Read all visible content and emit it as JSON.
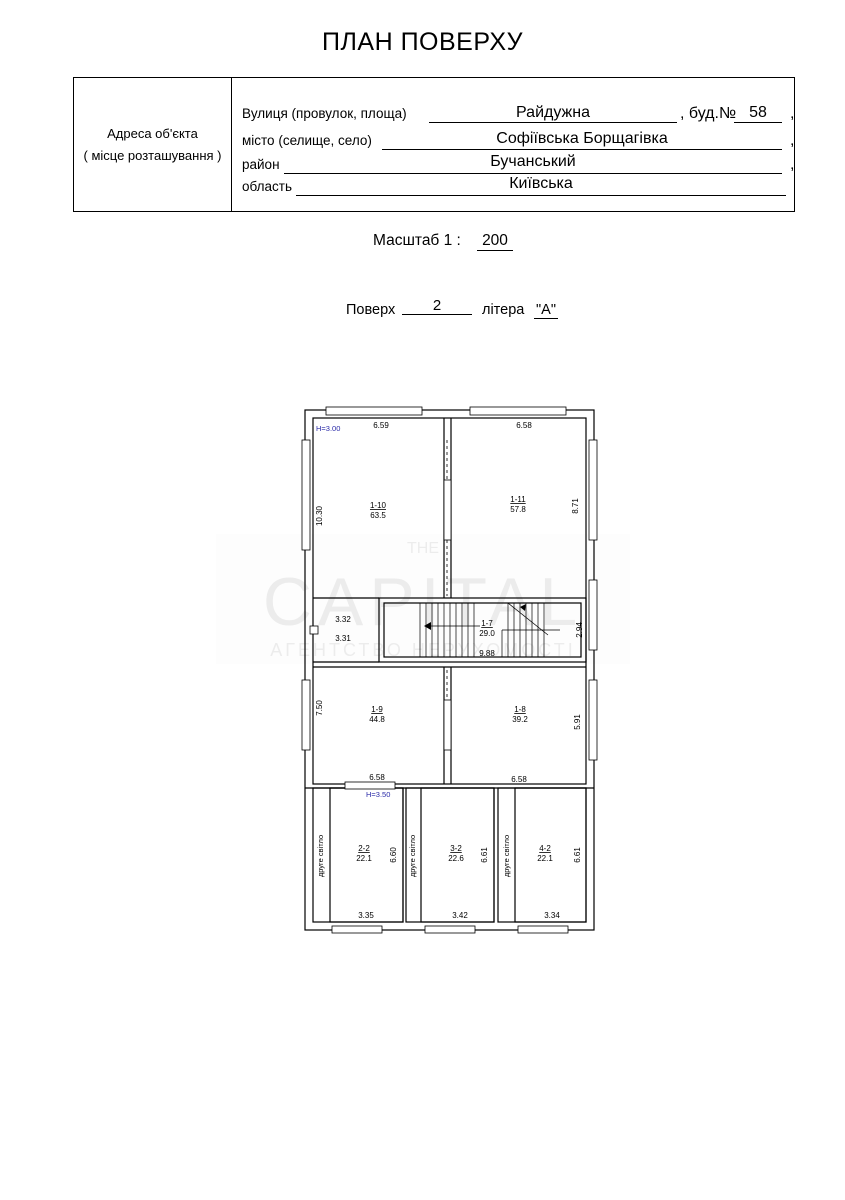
{
  "title": "ПЛАН ПОВЕРХУ",
  "address": {
    "left_label_line1": "Адреса об'єкта",
    "left_label_line2": "( місце розташування )",
    "street_label": "Вулиця (провулок, площа)",
    "street_value": "Райдужна",
    "building_label": ", буд.№",
    "building_value": "58",
    "city_label": "місто (селище, село)",
    "city_value": "Софіївська Борщагівка",
    "district_label": "район",
    "district_value": "Бучанський",
    "region_label": "область",
    "region_value": "Київська",
    "comma": ","
  },
  "scale": {
    "label": "Масштаб  1 :",
    "value": "200"
  },
  "floor": {
    "label": "Поверх",
    "value": "2",
    "letter_label": "літера",
    "letter_value": "\"А\""
  },
  "plan": {
    "heights": {
      "upper": "Н=3.00",
      "lower": "Н=3.50"
    },
    "rooms": [
      {
        "id": "1-10",
        "area": "63.5"
      },
      {
        "id": "1-11",
        "area": "57.8"
      },
      {
        "id": "1-7",
        "area": "29.0"
      },
      {
        "id": "1-9",
        "area": "44.8"
      },
      {
        "id": "1-8",
        "area": "39.2"
      },
      {
        "id": "2-2",
        "area": "22.1"
      },
      {
        "id": "3-2",
        "area": "22.6"
      },
      {
        "id": "4-2",
        "area": "22.1"
      }
    ],
    "dimensions": {
      "d1": "6.59",
      "d2": "6.58",
      "d3": "10.30",
      "d4": "8.71",
      "d5": "3.32",
      "d6": "3.31",
      "d7": "2.94",
      "d8": "9.88",
      "d9": "7.50",
      "d10": "5.91",
      "d11": "6.58",
      "d12": "6.58",
      "d13": "6.60",
      "d14": "6.61",
      "d15": "6.61",
      "d16": "3.35",
      "d17": "3.42",
      "d18": "3.34"
    },
    "second_light": "друге світло"
  },
  "watermark": {
    "small": "THE",
    "big": "CAPITAL",
    "sub": "АГЕНТСТВО НЕРУХОМОСТІ"
  }
}
